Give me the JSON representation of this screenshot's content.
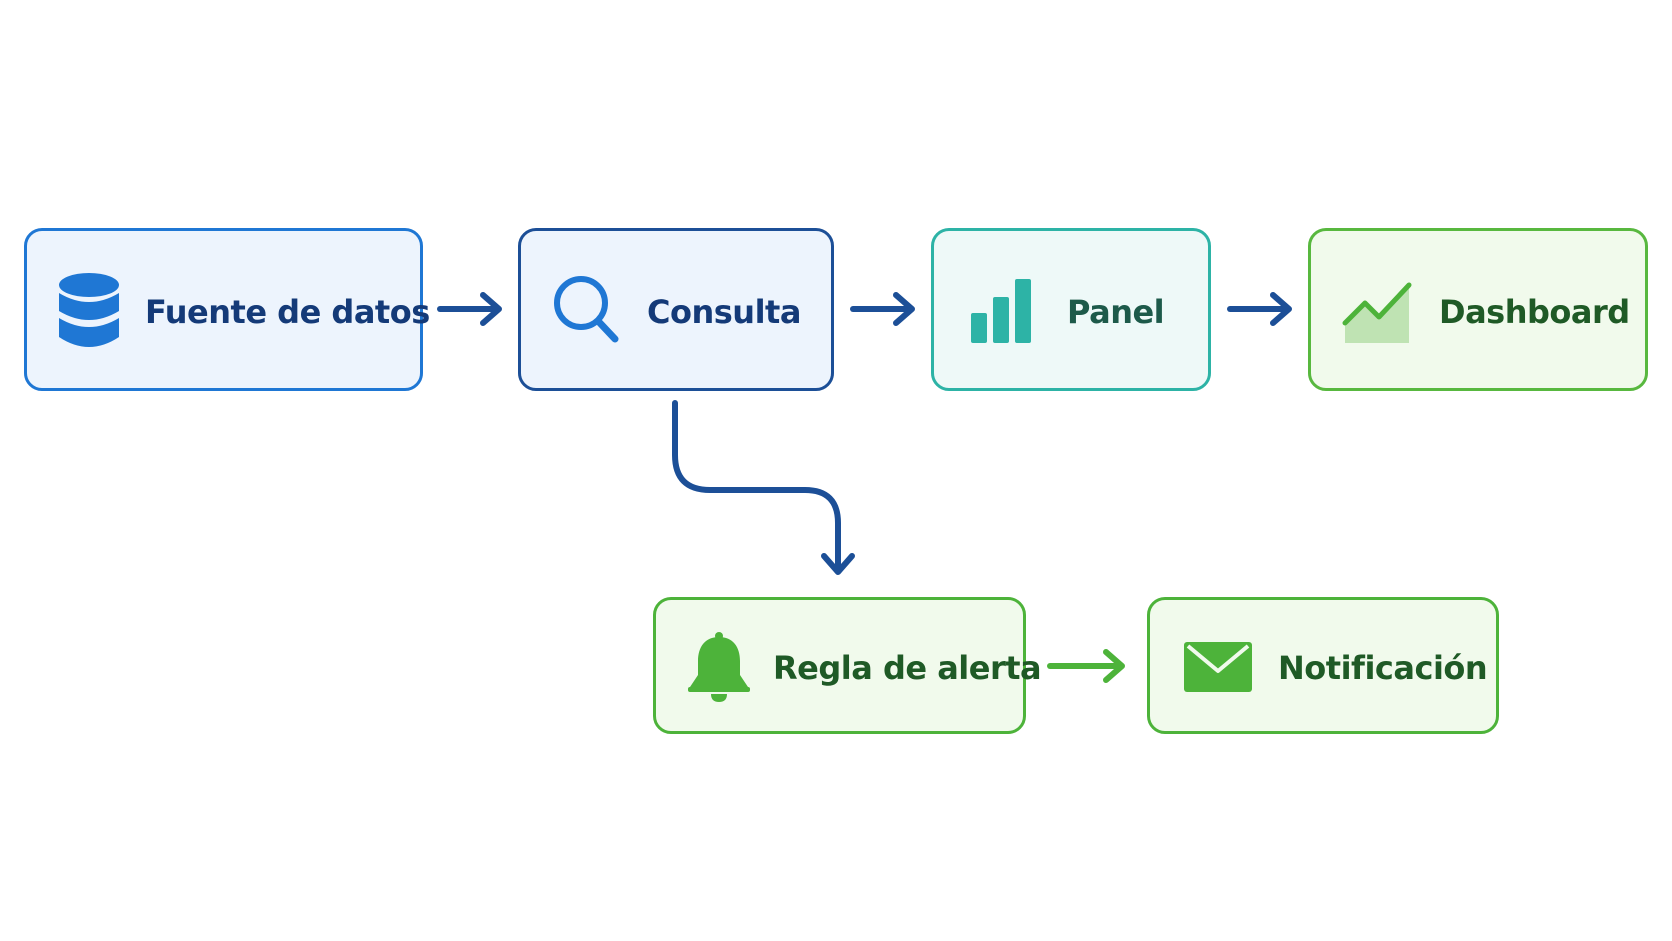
{
  "diagram": {
    "nodes": [
      {
        "id": "source",
        "label": "Fuente de datos",
        "icon": "database-icon",
        "color": "#1f77d4"
      },
      {
        "id": "query",
        "label": "Consulta",
        "icon": "search-icon",
        "color": "#1c4f97"
      },
      {
        "id": "panel",
        "label": "Panel",
        "icon": "bar-chart-icon",
        "color": "#2db3a6"
      },
      {
        "id": "dashboard",
        "label": "Dashboard",
        "icon": "line-chart-icon",
        "color": "#58b83f"
      },
      {
        "id": "alert",
        "label": "Regla de alerta",
        "icon": "bell-icon",
        "color": "#4db33a"
      },
      {
        "id": "notification",
        "label": "Notificación",
        "icon": "envelope-icon",
        "color": "#4db33a"
      }
    ],
    "edges": [
      {
        "from": "source",
        "to": "query"
      },
      {
        "from": "query",
        "to": "panel"
      },
      {
        "from": "panel",
        "to": "dashboard"
      },
      {
        "from": "query",
        "to": "alert"
      },
      {
        "from": "alert",
        "to": "notification"
      }
    ]
  }
}
